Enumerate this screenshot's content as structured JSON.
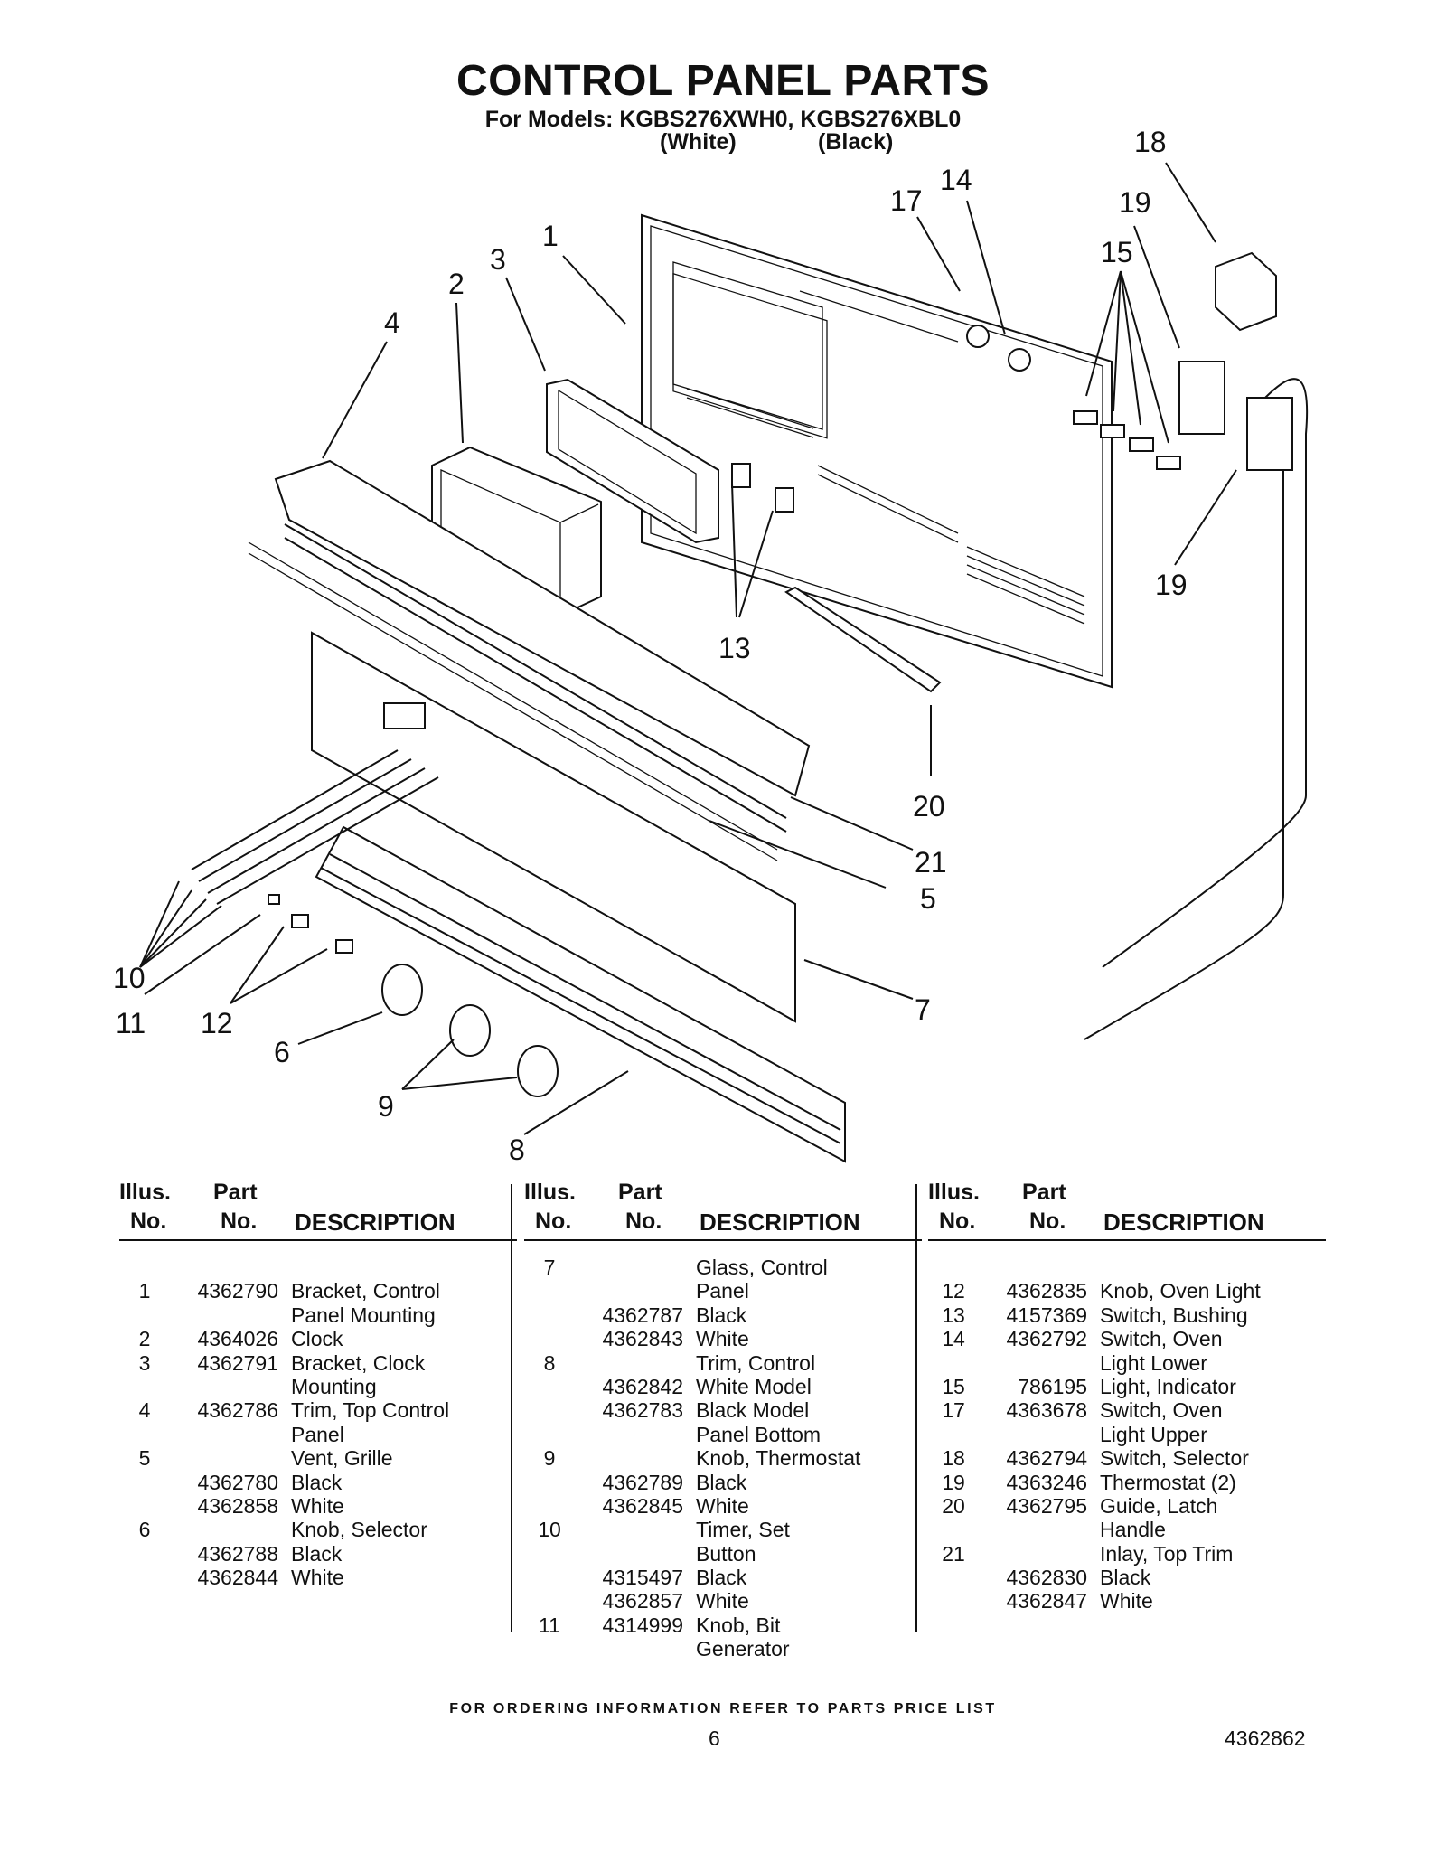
{
  "page": {
    "title": "CONTROL PANEL PARTS",
    "subtitle": "For Models: KGBS276XWH0, KGBS276XBL0",
    "variant_white": "(White)",
    "variant_black": "(Black)"
  },
  "diagram": {
    "callouts": [
      "1",
      "2",
      "3",
      "4",
      "5",
      "6",
      "7",
      "8",
      "9",
      "10",
      "11",
      "12",
      "13",
      "14",
      "15",
      "17",
      "18",
      "19",
      "19",
      "20",
      "21"
    ]
  },
  "table": {
    "headers": {
      "illus_line1": "Illus.",
      "illus_line2": "No.",
      "part_line1": "Part",
      "part_line2": "No.",
      "description": "DESCRIPTION"
    },
    "columns": [
      [
        {
          "illus": "",
          "part": "",
          "desc": ""
        },
        {
          "illus": "1",
          "part": "4362790",
          "desc": "Bracket, Control"
        },
        {
          "illus": "",
          "part": "",
          "desc": "Panel Mounting"
        },
        {
          "illus": "2",
          "part": "4364026",
          "desc": "Clock"
        },
        {
          "illus": "3",
          "part": "4362791",
          "desc": "Bracket, Clock"
        },
        {
          "illus": "",
          "part": "",
          "desc": "Mounting"
        },
        {
          "illus": "4",
          "part": "4362786",
          "desc": "Trim, Top Control"
        },
        {
          "illus": "",
          "part": "",
          "desc": "Panel"
        },
        {
          "illus": "5",
          "part": "",
          "desc": "Vent, Grille"
        },
        {
          "illus": "",
          "part": "4362780",
          "desc": "Black"
        },
        {
          "illus": "",
          "part": "4362858",
          "desc": "White"
        },
        {
          "illus": "6",
          "part": "",
          "desc": "Knob, Selector"
        },
        {
          "illus": "",
          "part": "4362788",
          "desc": "Black"
        },
        {
          "illus": "",
          "part": "4362844",
          "desc": "White"
        }
      ],
      [
        {
          "illus": "7",
          "part": "",
          "desc": "Glass, Control"
        },
        {
          "illus": "",
          "part": "",
          "desc": "Panel"
        },
        {
          "illus": "",
          "part": "4362787",
          "desc": "Black"
        },
        {
          "illus": "",
          "part": "4362843",
          "desc": "White"
        },
        {
          "illus": "8",
          "part": "",
          "desc": "Trim, Control"
        },
        {
          "illus": "",
          "part": "4362842",
          "desc": "White Model"
        },
        {
          "illus": "",
          "part": "4362783",
          "desc": "Black Model"
        },
        {
          "illus": "",
          "part": "",
          "desc": "Panel Bottom"
        },
        {
          "illus": "9",
          "part": "",
          "desc": "Knob, Thermostat"
        },
        {
          "illus": "",
          "part": "4362789",
          "desc": "Black"
        },
        {
          "illus": "",
          "part": "4362845",
          "desc": "White"
        },
        {
          "illus": "10",
          "part": "",
          "desc": "Timer, Set"
        },
        {
          "illus": "",
          "part": "",
          "desc": "Button"
        },
        {
          "illus": "",
          "part": "4315497",
          "desc": "Black"
        },
        {
          "illus": "",
          "part": "4362857",
          "desc": "White"
        },
        {
          "illus": "11",
          "part": "4314999",
          "desc": "Knob, Bit"
        },
        {
          "illus": "",
          "part": "",
          "desc": "Generator"
        }
      ],
      [
        {
          "illus": "",
          "part": "",
          "desc": ""
        },
        {
          "illus": "12",
          "part": "4362835",
          "desc": "Knob, Oven Light"
        },
        {
          "illus": "13",
          "part": "4157369",
          "desc": "Switch, Bushing"
        },
        {
          "illus": "14",
          "part": "4362792",
          "desc": "Switch, Oven"
        },
        {
          "illus": "",
          "part": "",
          "desc": "Light Lower"
        },
        {
          "illus": "15",
          "part": "786195",
          "desc": "Light, Indicator"
        },
        {
          "illus": "17",
          "part": "4363678",
          "desc": "Switch, Oven"
        },
        {
          "illus": "",
          "part": "",
          "desc": "Light Upper"
        },
        {
          "illus": "18",
          "part": "4362794",
          "desc": "Switch, Selector"
        },
        {
          "illus": "19",
          "part": "4363246",
          "desc": "Thermostat (2)"
        },
        {
          "illus": "20",
          "part": "4362795",
          "desc": "Guide, Latch"
        },
        {
          "illus": "",
          "part": "",
          "desc": "Handle"
        },
        {
          "illus": "21",
          "part": "",
          "desc": "Inlay, Top Trim"
        },
        {
          "illus": "",
          "part": "4362830",
          "desc": "Black"
        },
        {
          "illus": "",
          "part": "4362847",
          "desc": "White"
        }
      ]
    ]
  },
  "footer": {
    "note": "FOR ORDERING INFORMATION REFER TO PARTS PRICE LIST",
    "page_number": "6",
    "doc_number": "4362862"
  }
}
